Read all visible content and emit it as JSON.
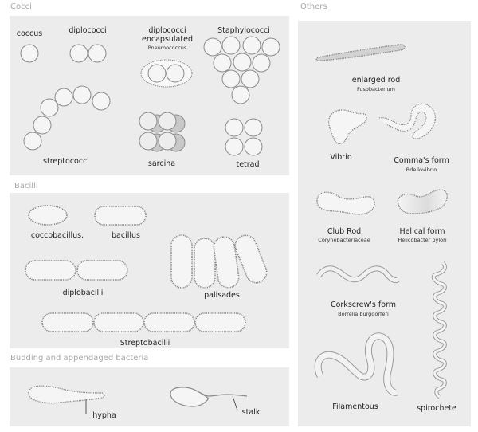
{
  "sections": {
    "cocci": "Cocci",
    "others": "Others",
    "bacilli": "Bacilli",
    "budding": "Budding and appendaged bacteria"
  },
  "labels": {
    "coccus": "coccus",
    "diplococci": "diplococci",
    "diplococci_enc": "diplococci",
    "diplococci_enc2": "encapsulated",
    "pneumococcus": "Pneumococcus",
    "staphylococci": "Staphylococci",
    "streptococci": "streptococci",
    "sarcina": "sarcina",
    "tetrad": "tetrad",
    "coccobacillus": "coccobacillus.",
    "bacillus": "bacillus",
    "diplobacilli": "diplobacilli",
    "palisades": "palisades.",
    "streptobacilli": "Streptobacilli",
    "hypha": "hypha",
    "stalk": "stalk",
    "enlarged_rod": "enlarged rod",
    "fusobacterium": "Fusobacterium",
    "vibrio": "Vibrio",
    "commas_form": "Comma's form",
    "bdellovibrio": "Bdellovibrio",
    "club_rod": "Club Rod",
    "corynebacteriaceae": "Corynebacteriaceae",
    "helical_form": "Helical form",
    "helicobacter": "Helicobacter pylori",
    "corkscrew": "Corkscrew's form",
    "borrelia": "Borrelia burgdorferi",
    "filamentous": "Filamentous",
    "spirochete": "spirochete"
  },
  "colors": {
    "panel": "#ececec",
    "cell_fill": "#f4f4f4",
    "cell_stroke": "#8a8a8a",
    "section_title": "#a8a8a8"
  }
}
